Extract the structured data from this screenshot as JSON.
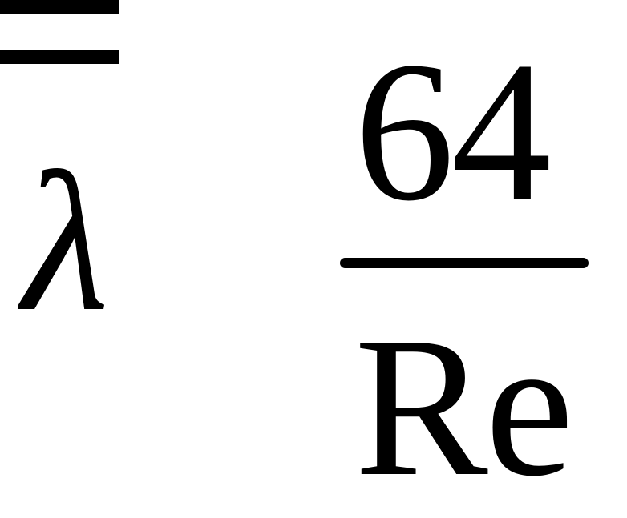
{
  "formula": {
    "lhs": "λ",
    "operator": "=",
    "numerator": "64",
    "denominator": "Re"
  }
}
